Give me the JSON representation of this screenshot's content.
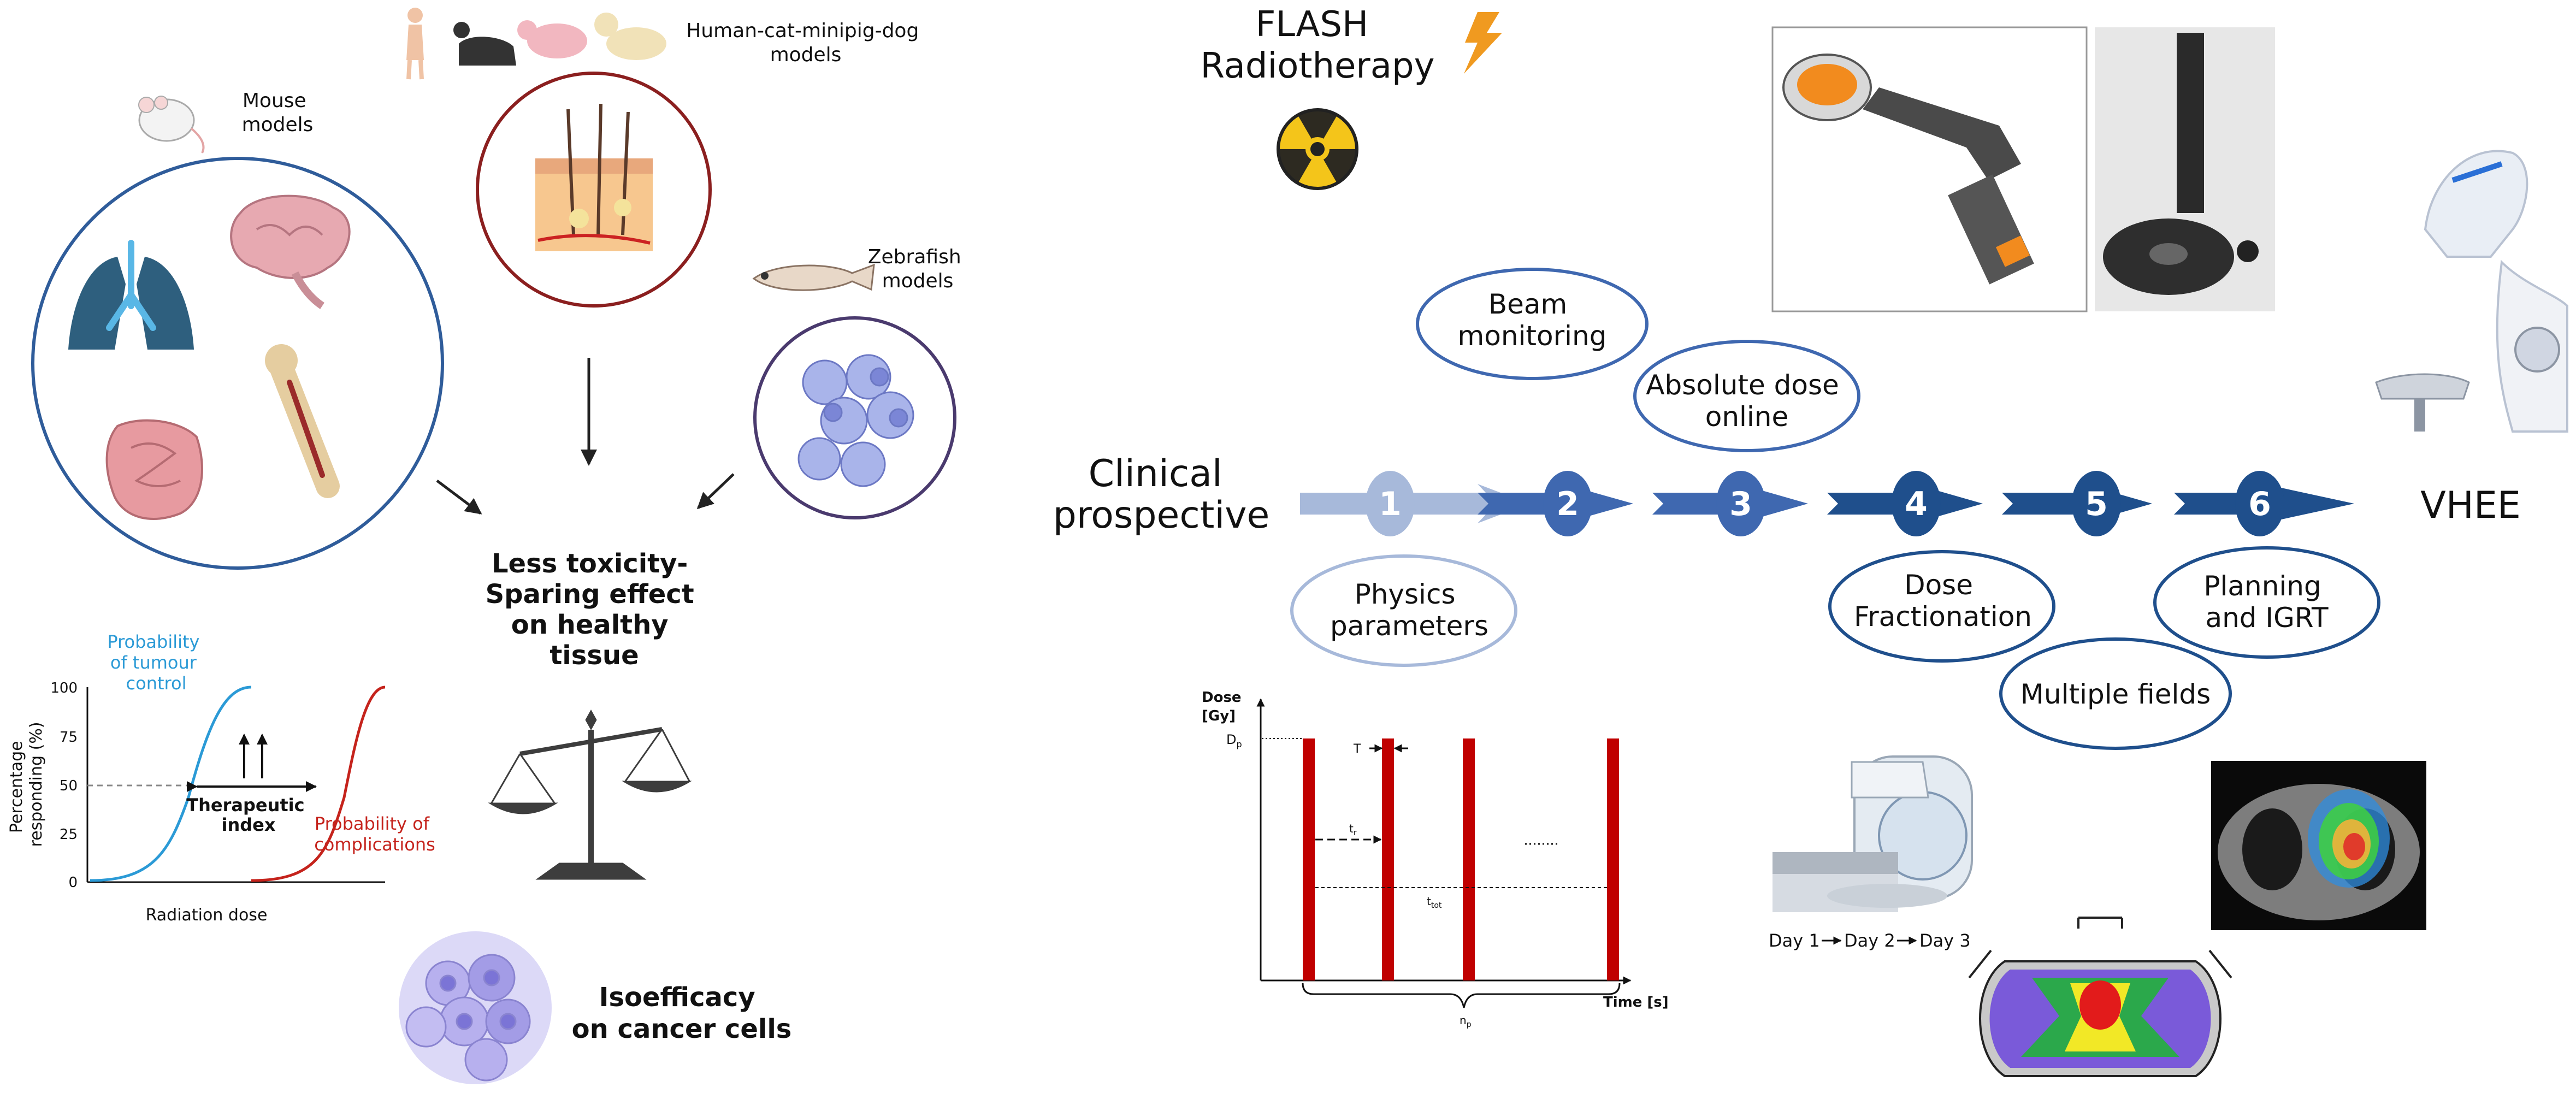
{
  "left": {
    "models": {
      "mouse": [
        "Mouse",
        "models"
      ],
      "large_animals": [
        "Human-cat-minipig-dog",
        "models"
      ],
      "zebrafish": [
        "Zebrafish",
        "models"
      ]
    },
    "central": [
      "Less toxicity-",
      "Sparing effect",
      "on healthy",
      "tissue"
    ],
    "isoefficacy": [
      "Isoefficacy",
      "on cancer cells"
    ],
    "chart": {
      "tumour_label": [
        "Probability",
        "of tumour",
        "control"
      ],
      "compl_label": [
        "Probability of",
        "complications"
      ],
      "therapeutic": [
        "Therapeutic",
        "index"
      ],
      "ylabel": [
        "Percentage",
        "responding (%)"
      ],
      "xlabel": "Radiation dose",
      "yticks": [
        "0",
        "25",
        "50",
        "75",
        "100"
      ]
    }
  },
  "right": {
    "flash_title": [
      "FLASH",
      "Radiotherapy"
    ],
    "clinical": [
      "Clinical",
      "prospective"
    ],
    "vhee": "VHEE",
    "steps": [
      "1",
      "2",
      "3",
      "4",
      "5",
      "6"
    ],
    "ellipses": {
      "beam": [
        "Beam",
        "monitoring"
      ],
      "absolute": [
        "Absolute dose",
        "online"
      ],
      "physics": [
        "Physics",
        "parameters"
      ],
      "dose_frac": [
        "Dose",
        "Fractionation"
      ],
      "multiple": [
        "Multiple fields"
      ],
      "planning": [
        "Planning",
        "and IGRT"
      ]
    },
    "days": [
      "Day 1",
      "Day 2",
      "Day 3"
    ],
    "pulse_chart": {
      "ylabel": [
        "Dose",
        "[Gy]"
      ],
      "xlabel": "Time [s]",
      "dp": "D",
      "dp_sub": "p",
      "t_label": "T",
      "tr": "t",
      "tr_sub": "r",
      "ttot": "t",
      "ttot_sub": "tot",
      "np": "n",
      "np_sub": "p"
    }
  },
  "colors": {
    "step_light": "#a7b9da",
    "step_mid": "#3f68b0",
    "step_dark": "#1f4f8c",
    "tumour_blue": "#2b9ad6",
    "complication_red": "#c5231c",
    "pulse_red": "#c00000"
  }
}
